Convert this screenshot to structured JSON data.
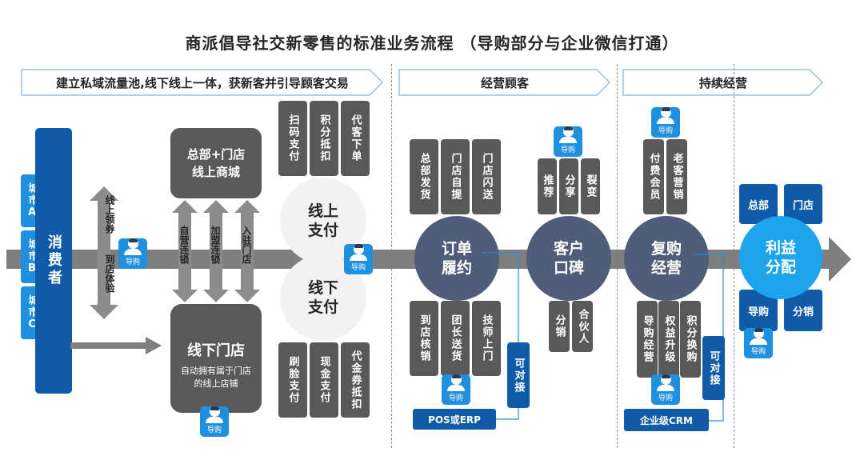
{
  "title": "商派倡导社交新零售的标准业务流程 （导购部分与企业微信打通）",
  "phases": [
    {
      "label": "建立私域流量池,线下线上一体，获新客并引导顾客交易"
    },
    {
      "label": "经营顾客"
    },
    {
      "label": "持续经营"
    }
  ],
  "cities": [
    "城市A",
    "城市B",
    "城市C"
  ],
  "consumer": "消费者",
  "guide_label": "导购",
  "lead_arrow": {
    "top": "线上领券",
    "bottom": "到店体验"
  },
  "online_mall": {
    "line1": "总部+门店",
    "line2": "线上商城"
  },
  "links": [
    "自营连锁",
    "加盟连锁",
    "入驻门店"
  ],
  "offline_store": {
    "title": "线下门店",
    "sub": "自动拥有属于门店的线上店铺"
  },
  "online_pay_methods": [
    "扫码支付",
    "积分抵扣",
    "代客下单"
  ],
  "offline_pay_methods": [
    "刷脸支付",
    "现金支付",
    "代金券抵扣"
  ],
  "online_pay": "线上支付",
  "offline_pay": "线下支付",
  "fulfill_top": [
    "总部发货",
    "门店自提",
    "门店闪送"
  ],
  "fulfill_bottom": [
    "到店核销",
    "团长送货",
    "技师上门"
  ],
  "order_fulfill": "订单履约",
  "pos_erp": "POS或ERP",
  "connectable": "可对接",
  "word_top": [
    "推荐",
    "分享",
    "裂变"
  ],
  "word_bottom": [
    "分销",
    "合伙人"
  ],
  "word_circle": "客户口碑",
  "repurchase_top": [
    "付费会员",
    "老客营销"
  ],
  "repurchase_bottom": [
    "导购经营",
    "权益升级",
    "积分换购"
  ],
  "repurchase_circle": "复购经营",
  "crm": "企业级CRM",
  "profit": {
    "center": "利益分配",
    "top_left": "总部",
    "top_right": "门店",
    "bottom_left": "导购",
    "bottom_right": "分销"
  }
}
